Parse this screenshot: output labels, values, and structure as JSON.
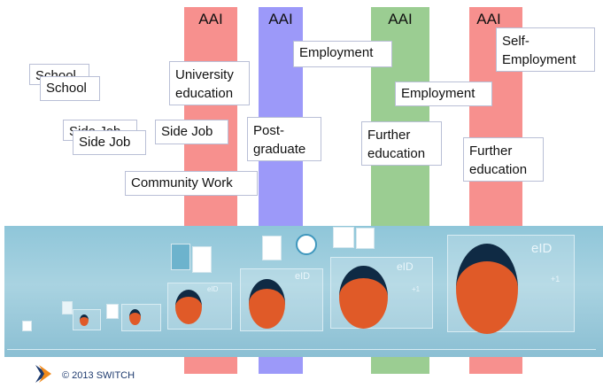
{
  "bars": [
    {
      "label": "AAI",
      "color": "#f7908e"
    },
    {
      "label": "AAI",
      "color": "#9c99f9"
    },
    {
      "label": "AAI",
      "color": "#9bcd92"
    },
    {
      "label": "AAI",
      "color": "#f7908e"
    }
  ],
  "boxes": {
    "school_ghost": "School",
    "school": "School",
    "side_job_ghost": "Side Job",
    "side_job": "Side Job",
    "university_education": "University education",
    "side_job_2": "Side Job",
    "community_work": "Community Work",
    "postgraduate": "Post-graduate",
    "employment_1": "Employment",
    "further_education_1": "Further education",
    "employment_2": "Employment",
    "self_employment": "Self-Employment",
    "further_education_2": "Further education"
  },
  "scene": {
    "panel_label": "eID",
    "counter": "+1"
  },
  "footer": {
    "copyright": "© 2013 SWITCH"
  },
  "colors": {
    "red_bar": "#f7908e",
    "blue_bar": "#9c99f9",
    "green_bar": "#9bcd92",
    "scene_bg": "#a9d3e1",
    "logo_blue": "#1d3a6e",
    "logo_orange": "#f08a1c"
  }
}
